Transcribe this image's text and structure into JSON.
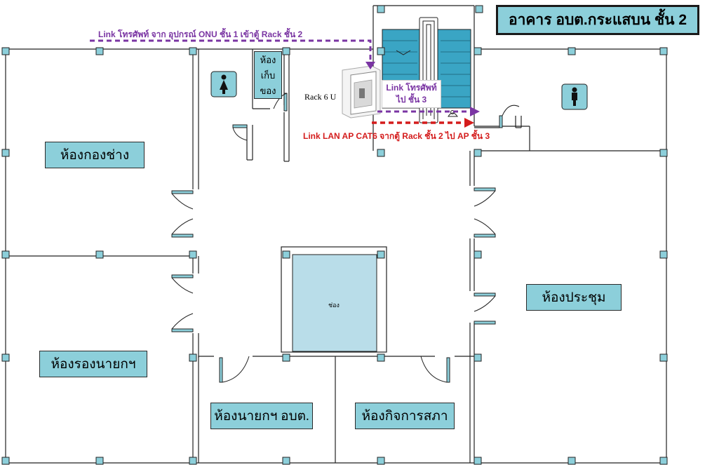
{
  "title": "อาคาร อบต.กระแสบน ชั้น 2",
  "rooms": {
    "workshop": "ห้องกองช่าง",
    "deputy_mayor": "ห้องรองนายกฯ",
    "mayor": "ห้องนายกฯ อบต.",
    "council": "ห้องกิจการสภา",
    "meeting": "ห้องประชุม",
    "storage": [
      "ห้อง",
      "เก็บ",
      "ของ"
    ],
    "void": "ช่อง"
  },
  "equipment": {
    "rack": "Rack 6 U"
  },
  "annotations": {
    "phone_link_from_onu": "Link โทรศัพท์ จาก อุปกรณ์ ONU ชั้น 1 เข้าตู้ Rack ชั้น 2",
    "phone_link_to_floor3": [
      "Link โทรศัพท์",
      "ไป ชั้น 3"
    ],
    "lan_link_ap": "Link LAN AP CAT6  จากตู้ Rack ชั้น 2 ไป AP ชั้น 3"
  },
  "icons": {
    "female_restroom": "woman-icon",
    "male_restroom": "man-icon",
    "stairs": "stairs-icon",
    "rack_cabinet": "rack-cabinet-icon",
    "access_point": "access-point-icon"
  },
  "colors": {
    "room_label_fill": "#8ccfda",
    "wall": "#222222",
    "column": "#8ccfda",
    "phone_link": "#7a35a3",
    "lan_link": "#d41c1c",
    "stair_fill": "#3aa5c4",
    "void_fill": "#b9dde9"
  }
}
